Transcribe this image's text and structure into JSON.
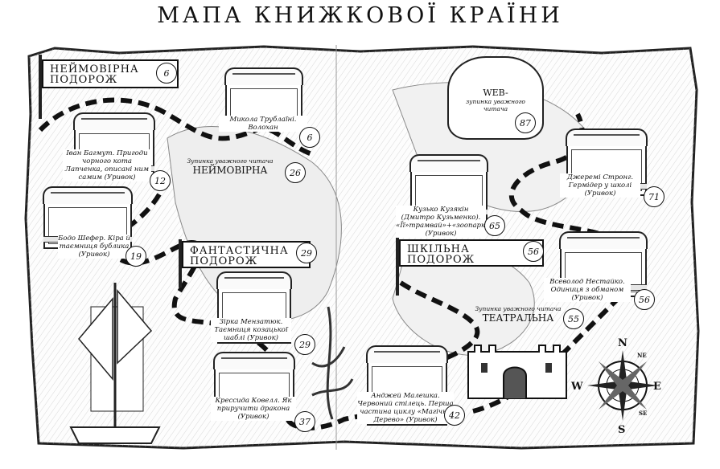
{
  "title": "МАПА КНИЖКОВОЇ КРАЇНИ",
  "flags": {
    "neimovirna": {
      "line1": "НЕЙМОВІРНА",
      "line2": "ПОДОРОЖ",
      "stop": "6"
    },
    "fantastychna": {
      "line1": "ФАНТАСТИЧНА",
      "line2": "ПОДОРОЖ",
      "stop": "29"
    },
    "shkilna": {
      "line1": "ШКІЛЬНА",
      "line2": "ПОДОРОЖ",
      "stop": "56"
    }
  },
  "reader_stops": {
    "neimovirna": {
      "sub": "Зупинка уважного читача",
      "name": "НЕЙМОВІРНА",
      "stop": "26"
    },
    "web": {
      "name": "WEB-",
      "sub": "зупинка уважного читача",
      "stop": "87"
    },
    "teatralna": {
      "sub": "Зупинка уважного читача",
      "name": "ТЕАТРАЛЬНА",
      "stop": "55"
    }
  },
  "chests": [
    {
      "id": "trublaini",
      "text": "Микола Трублаїні. Волохан",
      "stop": "6"
    },
    {
      "id": "bagmut",
      "text": "Іван Багмут. Пригоди чорного кота Лапченка, описані ним самим (Уривок)",
      "stop": "12"
    },
    {
      "id": "shefer",
      "text": "Бодо Шефер. Кіра й таємниця бублика (Уривок)",
      "stop": "19"
    },
    {
      "id": "mekhatok",
      "text": "Зірка Мензатюк. Таємниця козацької шаблі (Уривок)",
      "stop": "29"
    },
    {
      "id": "kovell",
      "text": "Крессида Ковелл. Як приручити дракона (Уривок)",
      "stop": "37"
    },
    {
      "id": "maleshka",
      "text": "Анджей Малешка. Червоний стілець. Перша частина циклу «Магічне Дерево» (Уривок)",
      "stop": "42"
    },
    {
      "id": "kuzyakin",
      "text": "Кузько Кузякін (Дмитро Кузьменко). «Її»трамвай»+«зоопарк»» (Уривок)",
      "stop": "65"
    },
    {
      "id": "nestaiko",
      "text": "Всеволод Нестайко. Одиниця з обманом (Уривок)",
      "stop": "56"
    },
    {
      "id": "strong",
      "text": "Джеремі Стронг. Гермідер у школі (Уривок)",
      "stop": "71"
    }
  ],
  "compass": {
    "n": "N",
    "ne": "NE",
    "w": "W",
    "e": "E",
    "s": "S",
    "se": "SE"
  },
  "colors": {
    "ink": "#111111",
    "paper": "#ffffff",
    "shade": "#d9d9d9"
  }
}
